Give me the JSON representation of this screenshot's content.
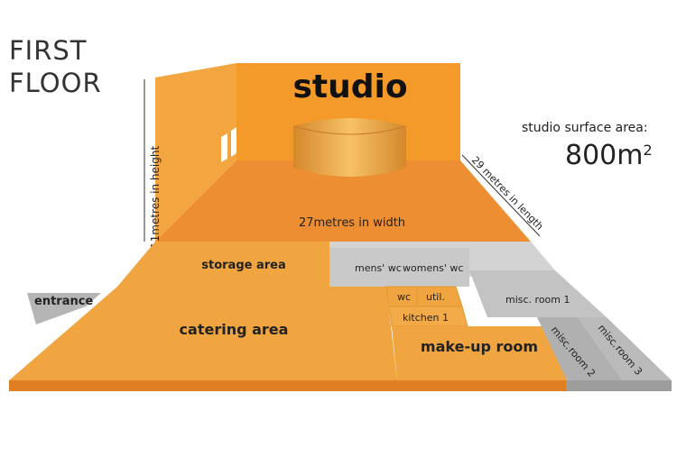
{
  "title": {
    "line1": "FIRST",
    "line2": "FLOOR"
  },
  "studio": {
    "name": "studio",
    "height_label": "11metres in  height",
    "width_label": "27metres in width",
    "length_label": "29 metres in length",
    "surface_area_label": "studio surface area:",
    "surface_area_value": "800m",
    "surface_area_unit_sup": "2"
  },
  "rooms": {
    "storage": "storage area",
    "catering": "catering area",
    "entrance": "entrance",
    "mens_wc": "mens' wc",
    "womens_wc": "womens' wc",
    "wc": "wc",
    "util": "util.",
    "kitchen": "kitchen 1",
    "makeup": "make-up room",
    "misc1": "misc. room 1",
    "misc2_line1": "misc.",
    "misc2_line2": "room 2",
    "misc3_line1": "misc.",
    "misc3_line2": "room 3"
  },
  "colors": {
    "orange_floor": "#f0a540",
    "orange_wall": "#f39a2b",
    "orange_wall_dark": "#e7872a",
    "orange_side": "#d98126",
    "grey_room": "#cfcfcf",
    "grey_room_dark": "#a8a8a8",
    "text_dark": "#222222"
  }
}
